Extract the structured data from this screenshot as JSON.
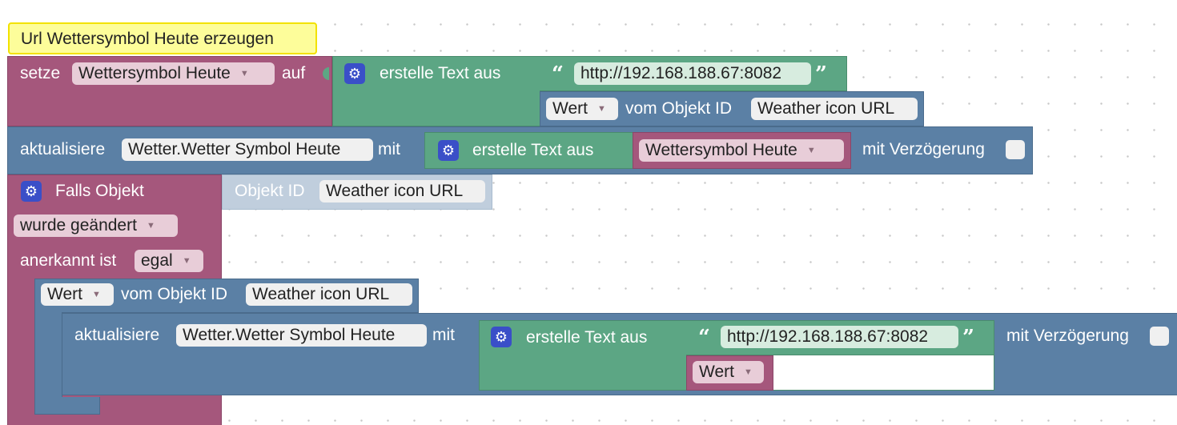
{
  "comment": {
    "text": "Url Wettersymbol Heute erzeugen"
  },
  "blocks": {
    "set_block": {
      "setze_label": "setze",
      "variable": "Wettersymbol Heute",
      "auf_label": "auf"
    },
    "text_join_1": {
      "label": "erstelle Text aus",
      "url": "http://192.168.188.67:8082"
    },
    "get_value_1": {
      "attribute": "Wert",
      "from_label": "vom Objekt ID",
      "object": "Weather icon URL"
    },
    "update_1": {
      "label": "aktualisiere",
      "target": "Wetter.Wetter Symbol Heute",
      "mit_label": "mit",
      "delay_label": "mit Verzögerung"
    },
    "text_join_2": {
      "label": "erstelle Text aus",
      "variable": "Wettersymbol Heute"
    },
    "if_object": {
      "label": "Falls Objekt",
      "object_id_label": "Objekt ID",
      "object": "Weather icon URL",
      "changed_option": "wurde geändert",
      "ack_label": "anerkannt ist",
      "ack_option": "egal"
    },
    "get_value_2": {
      "attribute": "Wert",
      "from_label": "vom Objekt ID",
      "object": "Weather icon URL"
    },
    "update_2": {
      "label": "aktualisiere",
      "target": "Wetter.Wetter Symbol Heute",
      "mit_label": "mit",
      "delay_label": "mit Verzögerung"
    },
    "text_join_3": {
      "label": "erstelle Text aus",
      "url": "http://192.168.188.67:8082",
      "value_field": "Wert"
    }
  },
  "colors": {
    "variables": "#a5577c",
    "text": "#5ca684",
    "iobroker": "#5b80a5",
    "comment": "#fdfd9a",
    "gear": "#3a4fc8"
  },
  "icons": {
    "gear": "gear-icon",
    "dropdown": "dropdown-arrow-icon",
    "quote_open": "quote-open-icon",
    "quote_close": "quote-close-icon",
    "checkbox": "checkbox-icon"
  }
}
